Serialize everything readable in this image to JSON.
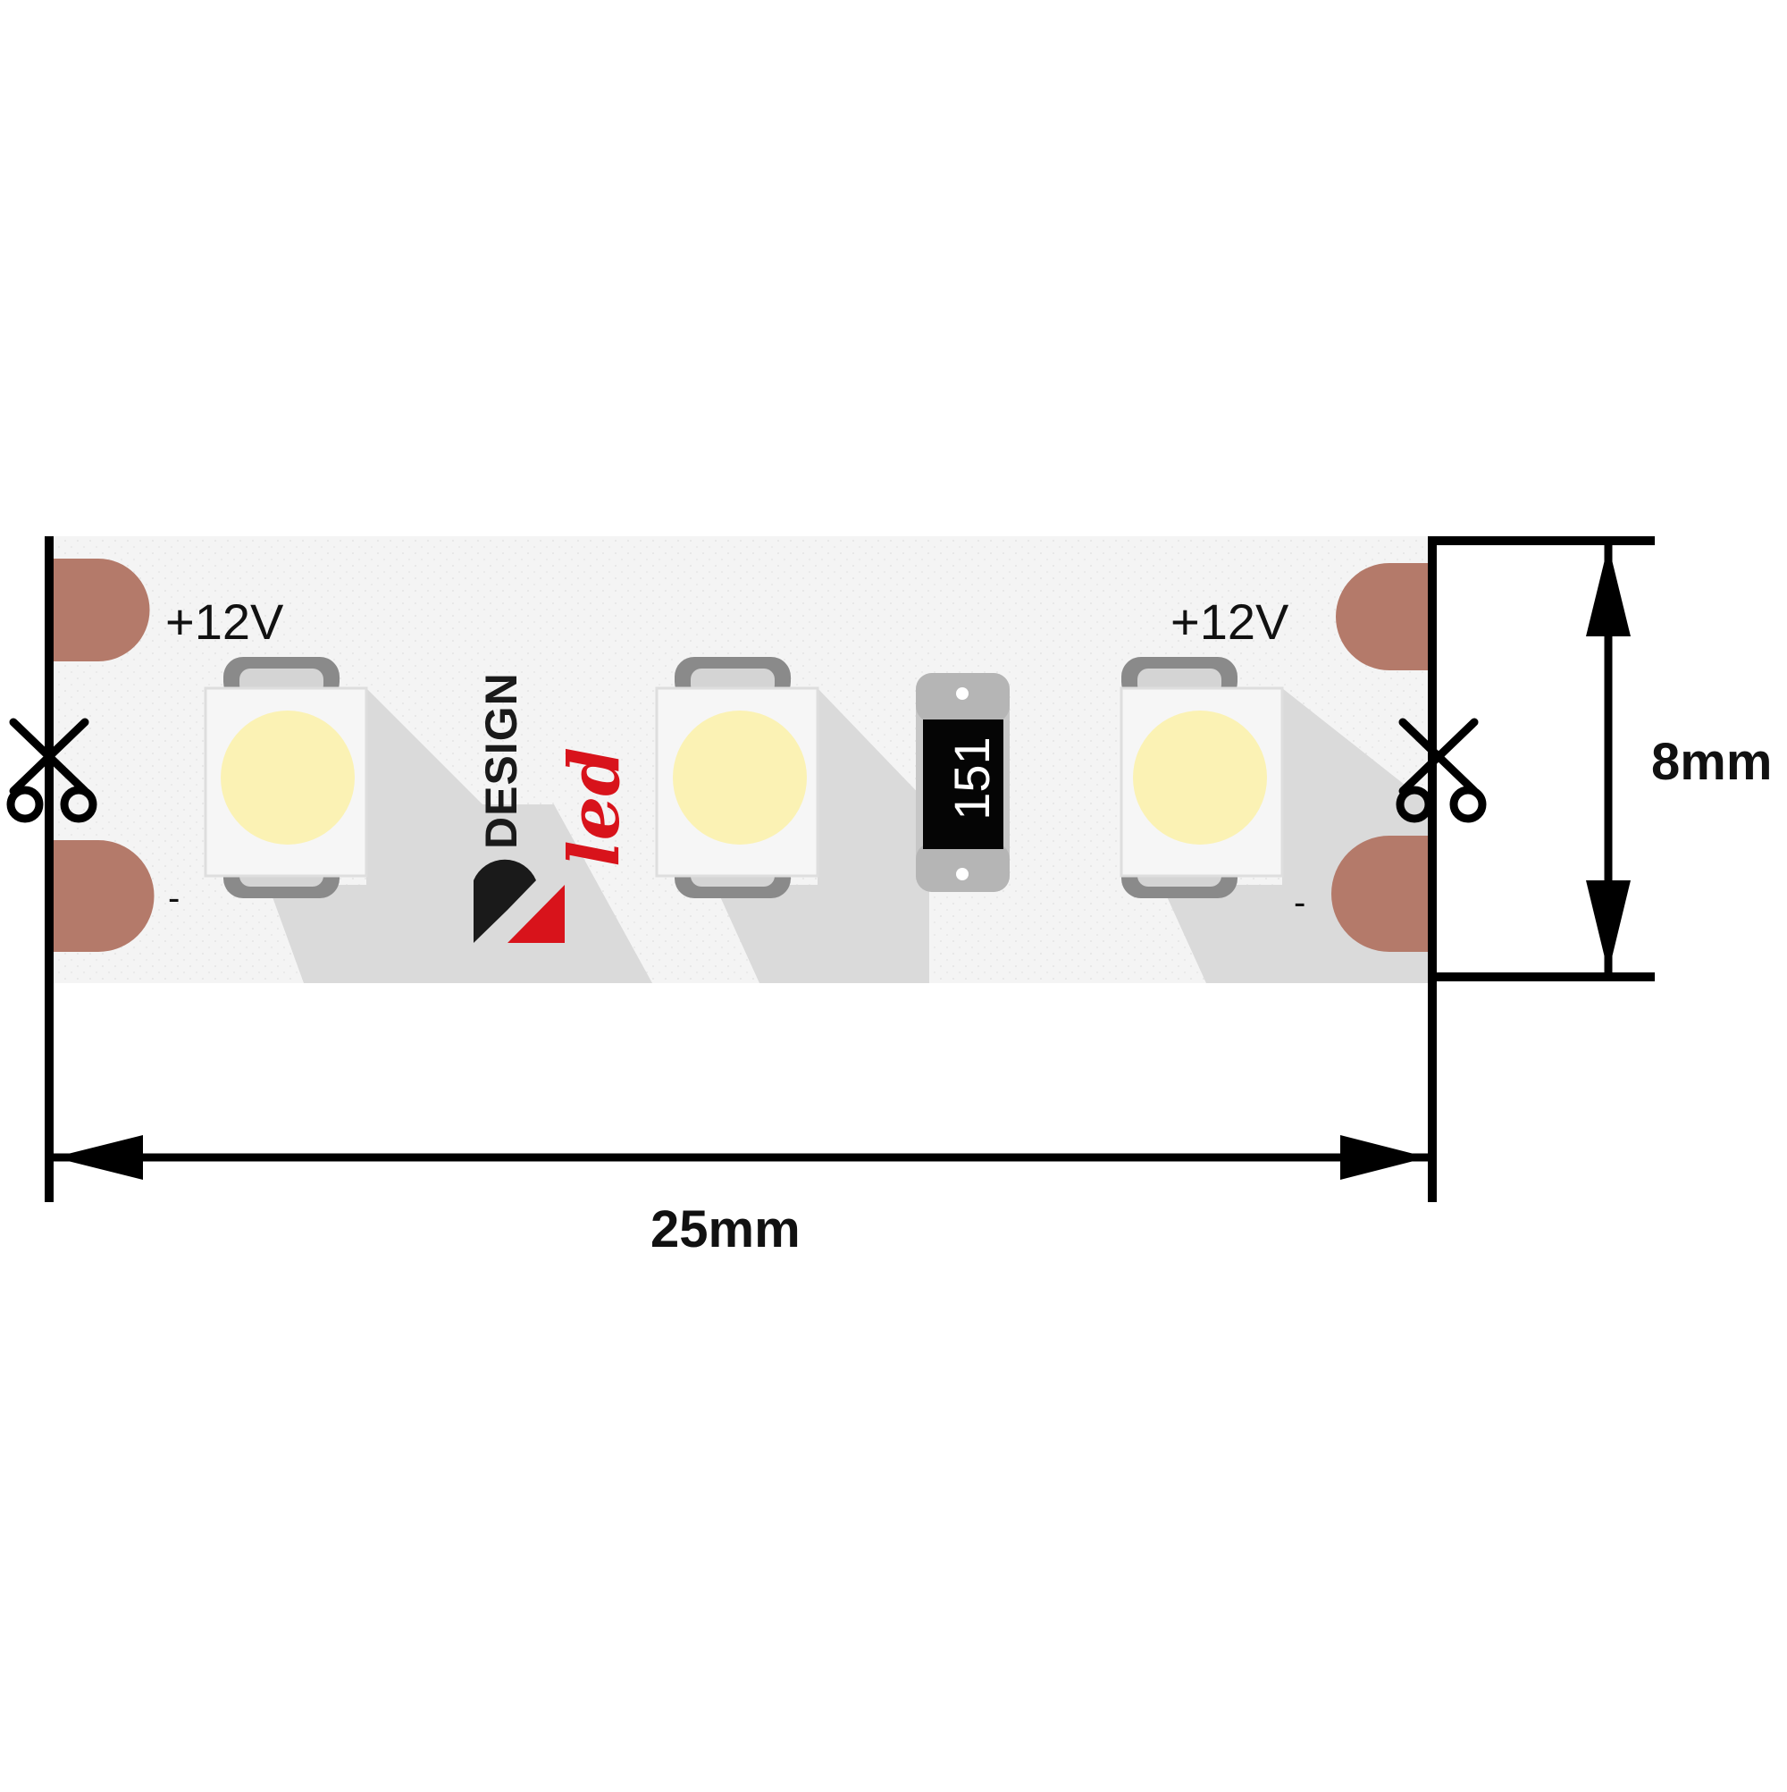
{
  "labels": {
    "positive_left": "+12V",
    "positive_right": "+12V",
    "negative_left": "-",
    "negative_right": "-",
    "resistor_code": "151",
    "brand_dark": "DESIGN",
    "brand_red": "led",
    "width_dimension": "25mm",
    "height_dimension": "8mm"
  },
  "colors": {
    "strip": "#f4f4f4",
    "copper_pad": "#b47a6a",
    "led_glow": "#fbf2b4",
    "shadow": "#dadada",
    "brand_red": "#d8131b",
    "line": "#000000"
  },
  "icons": [
    "scissors-icon",
    "scissors-icon",
    "arrow-icon"
  ]
}
